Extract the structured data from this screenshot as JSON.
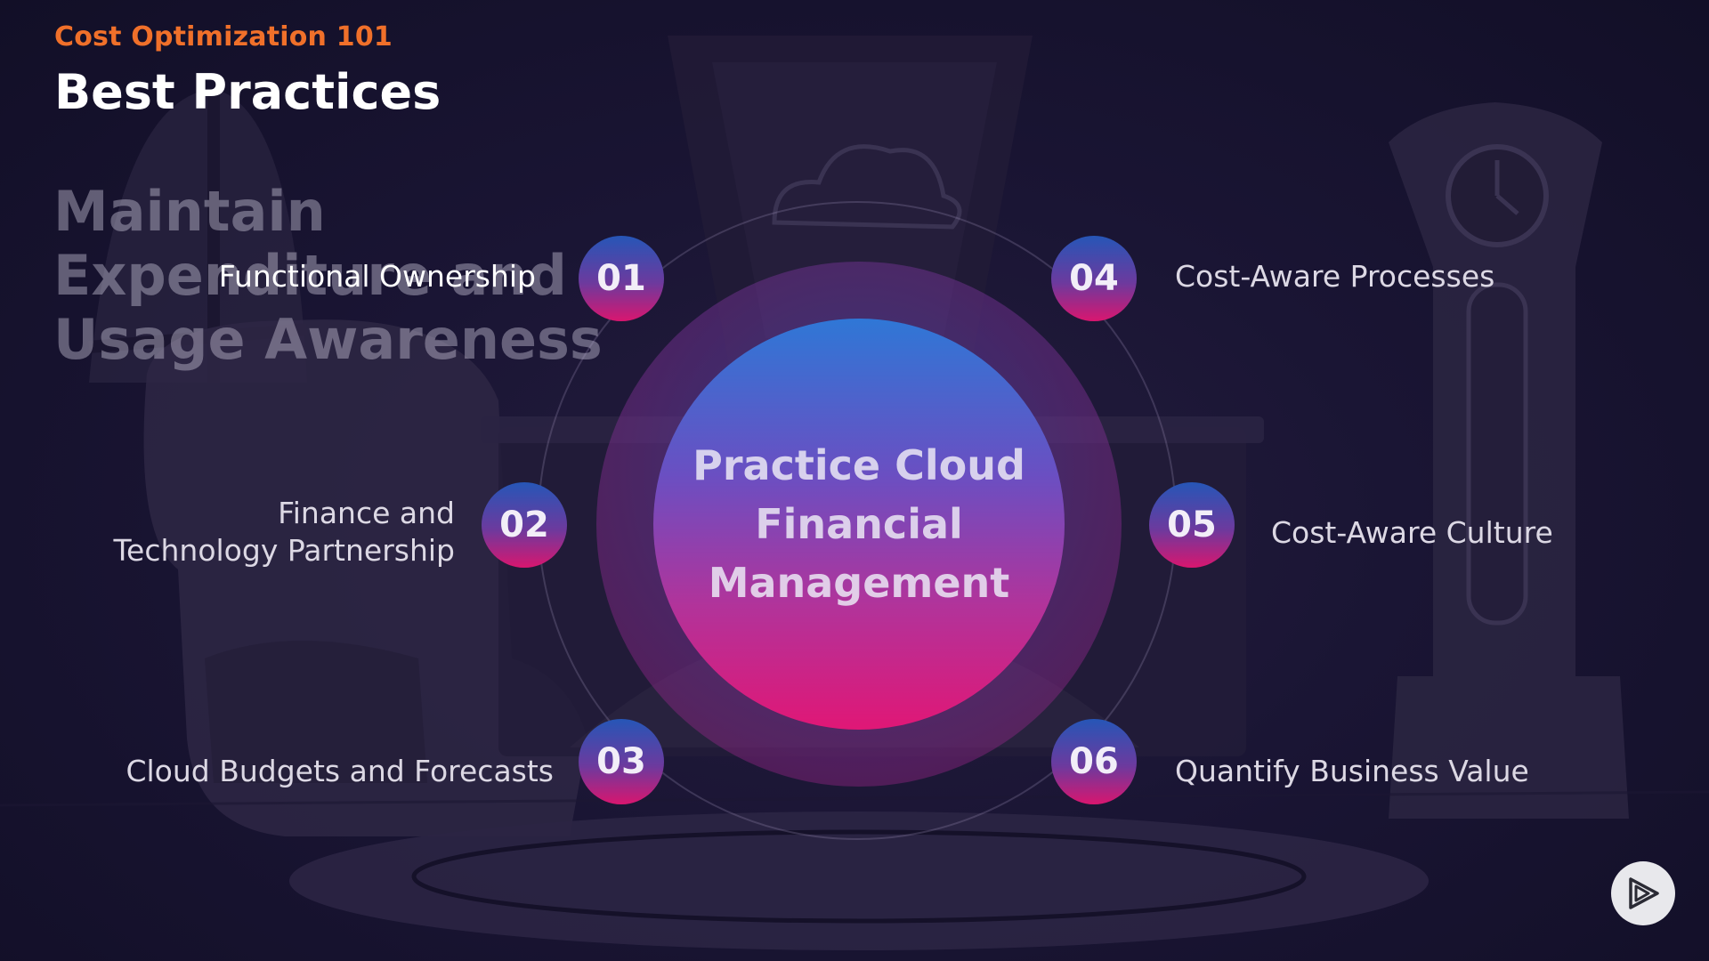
{
  "header": {
    "course_label": "Cost Optimization 101",
    "page_title": "Best Practices",
    "ghost_heading": "Maintain Expenditure and Usage Awareness"
  },
  "diagram": {
    "center_label": "Practice Cloud Financial Management",
    "items": [
      {
        "number": "01",
        "label": "Functional Ownership"
      },
      {
        "number": "02",
        "label_line1": "Finance and",
        "label_line2": "Technology Partnership"
      },
      {
        "number": "03",
        "label": "Cloud Budgets and Forecasts"
      },
      {
        "number": "04",
        "label": "Cost-Aware Processes"
      },
      {
        "number": "05",
        "label": "Cost-Aware Culture"
      },
      {
        "number": "06",
        "label": "Quantify Business Value"
      }
    ]
  },
  "colors": {
    "accent_orange": "#f0702a",
    "badge_top": "#2656b7",
    "badge_bottom": "#d9166f",
    "background": "#171331"
  },
  "icons": {
    "play": "play-logo-icon"
  }
}
